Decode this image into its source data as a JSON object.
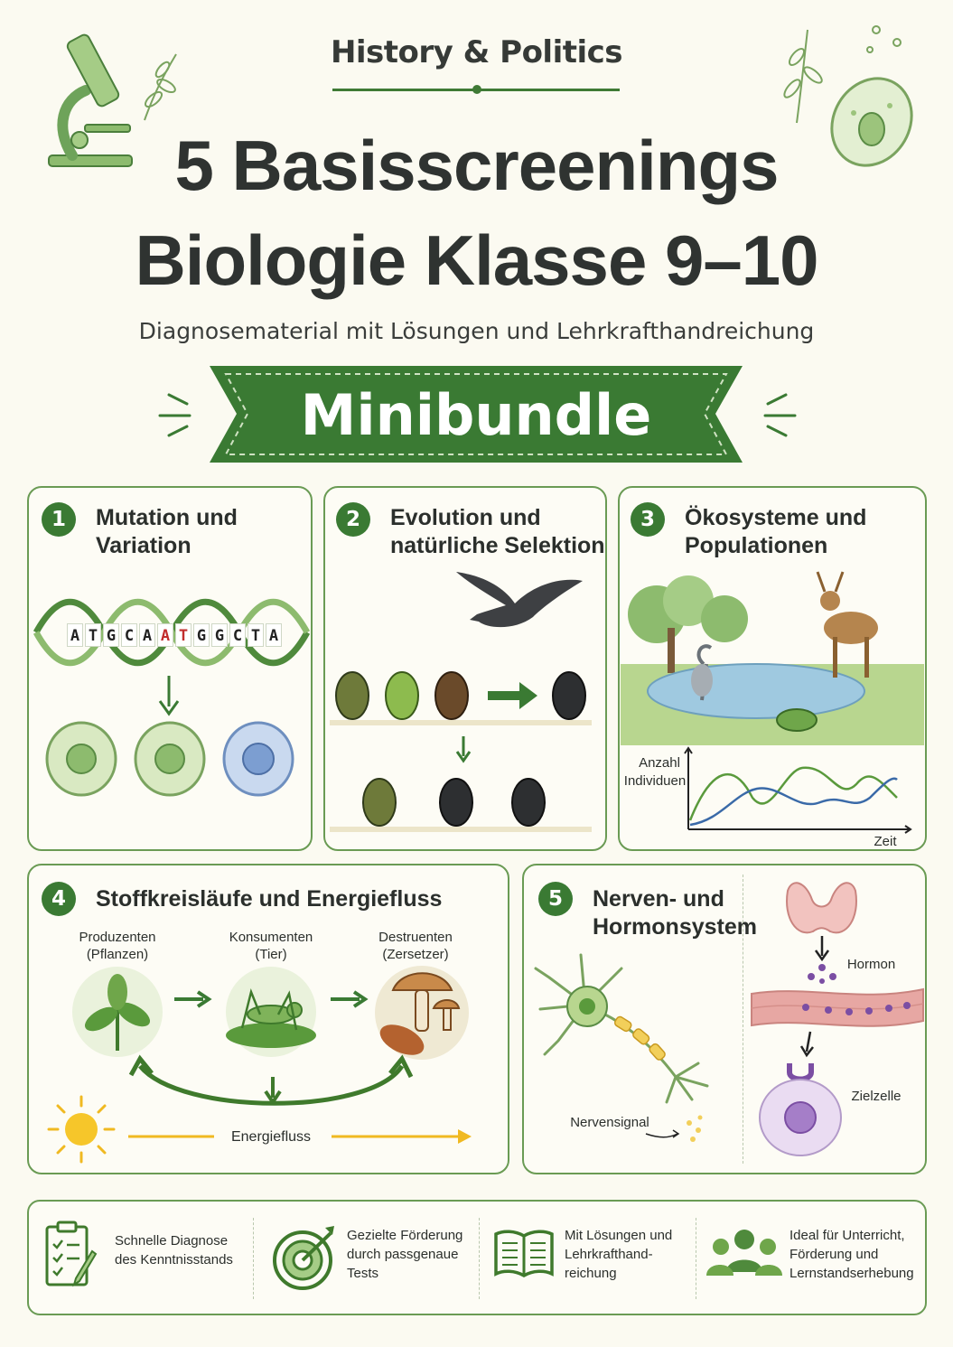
{
  "header": {
    "brand": "History & Politics",
    "title_line1": "5 Basisscreenings",
    "title_line2": "Biologie Klasse 9–10",
    "subtitle": "Diagnosematerial mit Lösungen und Lehrkrafthandreichung",
    "ribbon": "Minibundle"
  },
  "cards": [
    {
      "number": "1",
      "title_line1": "Mutation und",
      "title_line2": "Variation",
      "dna_letters": [
        "A",
        "T",
        "G",
        "C",
        "A",
        "A",
        "T",
        "G",
        "G",
        "C",
        "T",
        "A"
      ]
    },
    {
      "number": "2",
      "title_line1": "Evolution und",
      "title_line2": "natürliche Selektion"
    },
    {
      "number": "3",
      "title_line1": "Ökosysteme und",
      "title_line2": "Populationen",
      "y_label_1": "Anzahl",
      "y_label_2": "Individuen",
      "x_label": "Zeit"
    },
    {
      "number": "4",
      "title_line1": "Stoffkreisläufe und Energiefluss",
      "producers_1": "Produzenten",
      "producers_2": "(Pflanzen)",
      "consumers_1": "Konsumenten",
      "consumers_2": "(Tier)",
      "decomposers_1": "Destruenten",
      "decomposers_2": "(Zersetzer)",
      "energy": "Energiefluss"
    },
    {
      "number": "5",
      "title_line1": "Nerven- und",
      "title_line2": "Hormonsystem",
      "nerve_signal": "Nervensignal",
      "hormone": "Hormon",
      "target_cell": "Zielzelle"
    }
  ],
  "features": [
    {
      "icon": "clipboard-check-icon",
      "line1": "Schnelle Diagnose",
      "line2": "des Kenntnisstands",
      "line3": ""
    },
    {
      "icon": "target-icon",
      "line1": "Gezielte Förderung",
      "line2": "durch passgenaue",
      "line3": "Tests"
    },
    {
      "icon": "open-book-icon",
      "line1": "Mit Lösungen und",
      "line2": "Lehrkrafthand-",
      "line3": "reichung"
    },
    {
      "icon": "group-icon",
      "line1": "Ideal für Unterricht,",
      "line2": "Förderung und",
      "line3": "Lernstandserhebung"
    }
  ],
  "colors": {
    "green_dark": "#3a7a33",
    "green_border": "#6a9b54",
    "background": "#fbfaf1",
    "energy_arrow": "#f0b921"
  }
}
